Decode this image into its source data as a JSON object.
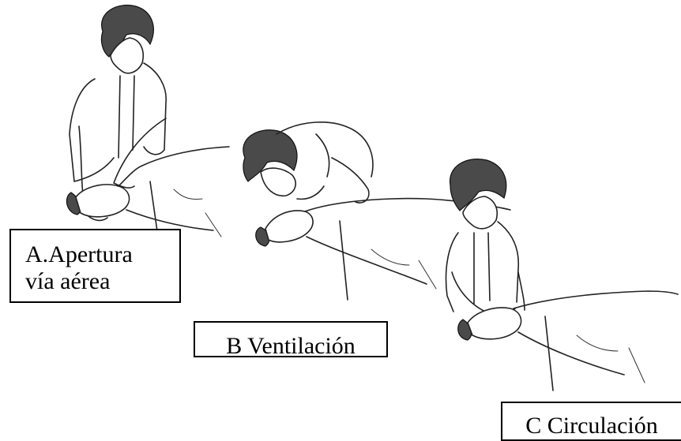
{
  "steps": [
    {
      "id": "A",
      "label_line1": "A.Apertura",
      "label_line2": "vía aérea"
    },
    {
      "id": "B",
      "label": "B Ventilación"
    },
    {
      "id": "C",
      "label": "C Circulación"
    }
  ]
}
